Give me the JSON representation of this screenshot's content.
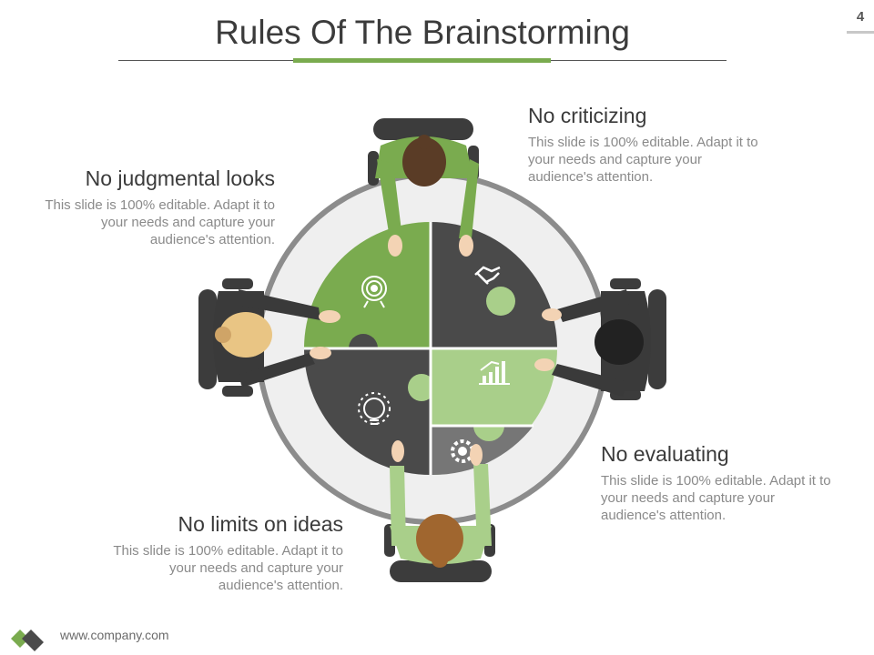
{
  "slide": {
    "title": "Rules Of The Brainstorming",
    "page_number": "4"
  },
  "blocks": [
    {
      "heading": "No criticizing",
      "body": "This slide is 100% editable. Adapt it to your needs and capture your audience's attention."
    },
    {
      "heading": "No judgmental looks",
      "body": "This slide is 100% editable. Adapt it to your needs and capture your audience's attention."
    },
    {
      "heading": "No evaluating",
      "body": "This slide is 100% editable. Adapt it to your needs and capture your audience's attention."
    },
    {
      "heading": "No limits on ideas",
      "body": "This slide is 100% editable. Adapt it to your needs and capture your audience's attention."
    }
  ],
  "footer": {
    "url": "www.company.com"
  },
  "colors": {
    "accent_green": "#7aab4f",
    "light_green": "#a9cf8a",
    "dark_gray": "#4a4a4a",
    "mid_gray": "#767676",
    "ring": "#8c8c8c",
    "table": "#efefef"
  },
  "icons": [
    "target-icon",
    "handshake-icon",
    "bulb-icon",
    "growth-chart-icon",
    "gear-icon"
  ]
}
